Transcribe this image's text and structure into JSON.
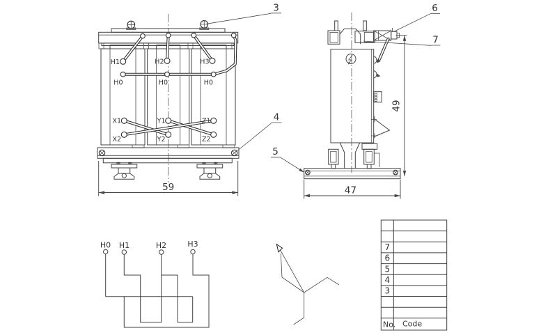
{
  "colors": {
    "background": "#ffffff",
    "line": "#424242",
    "thick_line": "#2d2d2d",
    "text": "#333333"
  },
  "front_view": {
    "hv_labels": [
      "H1",
      "H2",
      "H3"
    ],
    "neutral_labels": [
      "H0",
      "H0",
      "H0"
    ],
    "lv_labels": [
      "X1",
      "X2",
      "Y1",
      "Y2",
      "Z1",
      "Z2"
    ],
    "width_dim": "59"
  },
  "side_view": {
    "height_dim": "49",
    "width_dim": "47"
  },
  "callouts": {
    "c3": "3",
    "c4": "4",
    "c5": "5",
    "c6": "6",
    "c7": "7"
  },
  "wiring": {
    "terminals": [
      "H0",
      "H1",
      "H2",
      "H3"
    ]
  },
  "title_block": {
    "no_label": "No.",
    "code_label": "Code",
    "row_numbers": [
      "7",
      "6",
      "5",
      "4",
      "3"
    ]
  }
}
